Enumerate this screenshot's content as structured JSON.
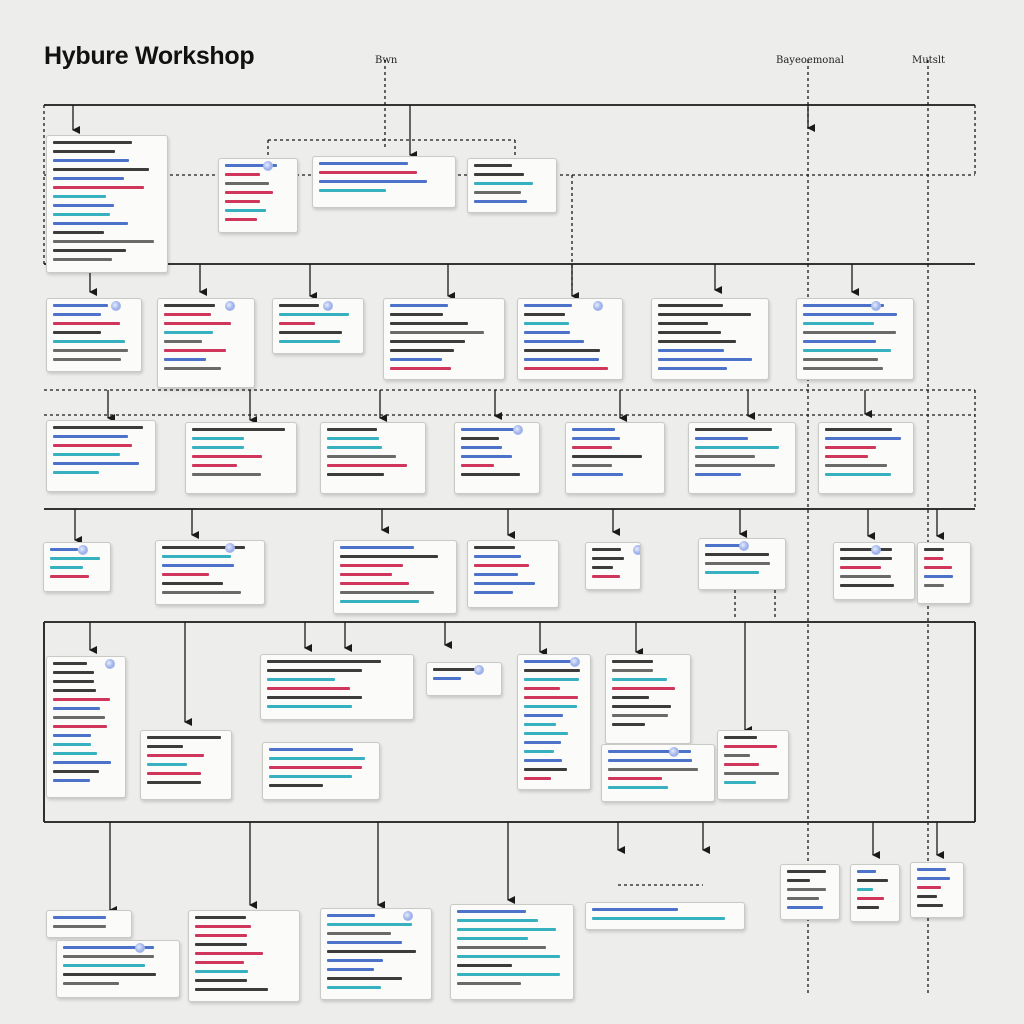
{
  "title": "Hybure Workshop",
  "columns": [
    "Bwn",
    "Bayeoemonal",
    "Mutslt"
  ],
  "colors": {
    "black": "#1a1a1a",
    "red": "#c8123e",
    "blue": "#2d5bbf",
    "teal": "#14a3b4",
    "gray": "#505050",
    "connector": "#1a1a1a"
  }
}
